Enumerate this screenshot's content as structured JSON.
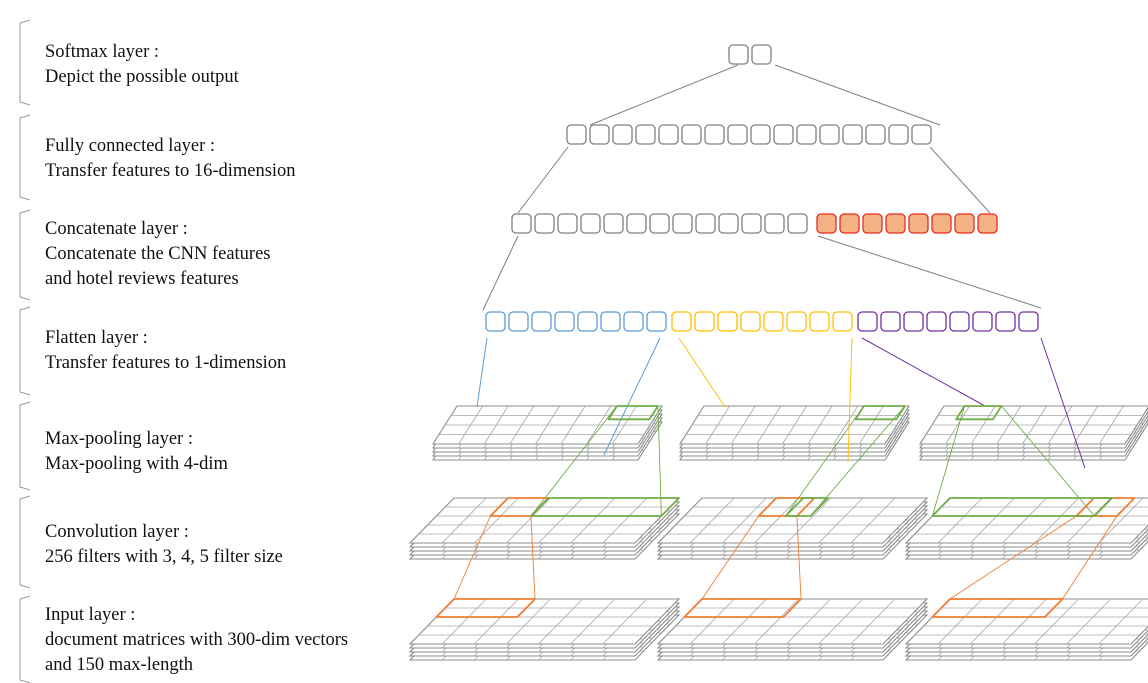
{
  "layers": [
    {
      "id": "softmax",
      "lines": [
        "Softmax layer :",
        "Depict the possible output"
      ]
    },
    {
      "id": "fully-connected",
      "lines": [
        "Fully connected layer :",
        "Transfer features to 16-dimension"
      ]
    },
    {
      "id": "concatenate",
      "lines": [
        "Concatenate layer :",
        "Concatenate the CNN features",
        "and hotel reviews features"
      ]
    },
    {
      "id": "flatten",
      "lines": [
        "Flatten layer :",
        "Transfer features to 1-dimension"
      ]
    },
    {
      "id": "max-pooling",
      "lines": [
        "Max-pooling layer :",
        "Max-pooling with 4-dim"
      ]
    },
    {
      "id": "convolution",
      "lines": [
        "Convolution layer :",
        "256 filters with 3, 4, 5 filter size"
      ]
    },
    {
      "id": "input",
      "lines": [
        "Input layer :",
        "document matrices with 300-dim vectors",
        "and 150 max-length"
      ]
    }
  ],
  "nodes": {
    "softmax": 2,
    "fully_connected": 16,
    "concatenate_cnn": 13,
    "concatenate_reviews": 8,
    "flatten_groups": [
      8,
      8,
      8
    ]
  },
  "colors": {
    "grey": "#808080",
    "blue": "#5b9bd5",
    "yellow": "#ffc000",
    "purple": "#7030a0",
    "red": "#e8291f",
    "salmon": "#f4b183",
    "green": "#70ad47",
    "orange": "#ed7d31"
  }
}
